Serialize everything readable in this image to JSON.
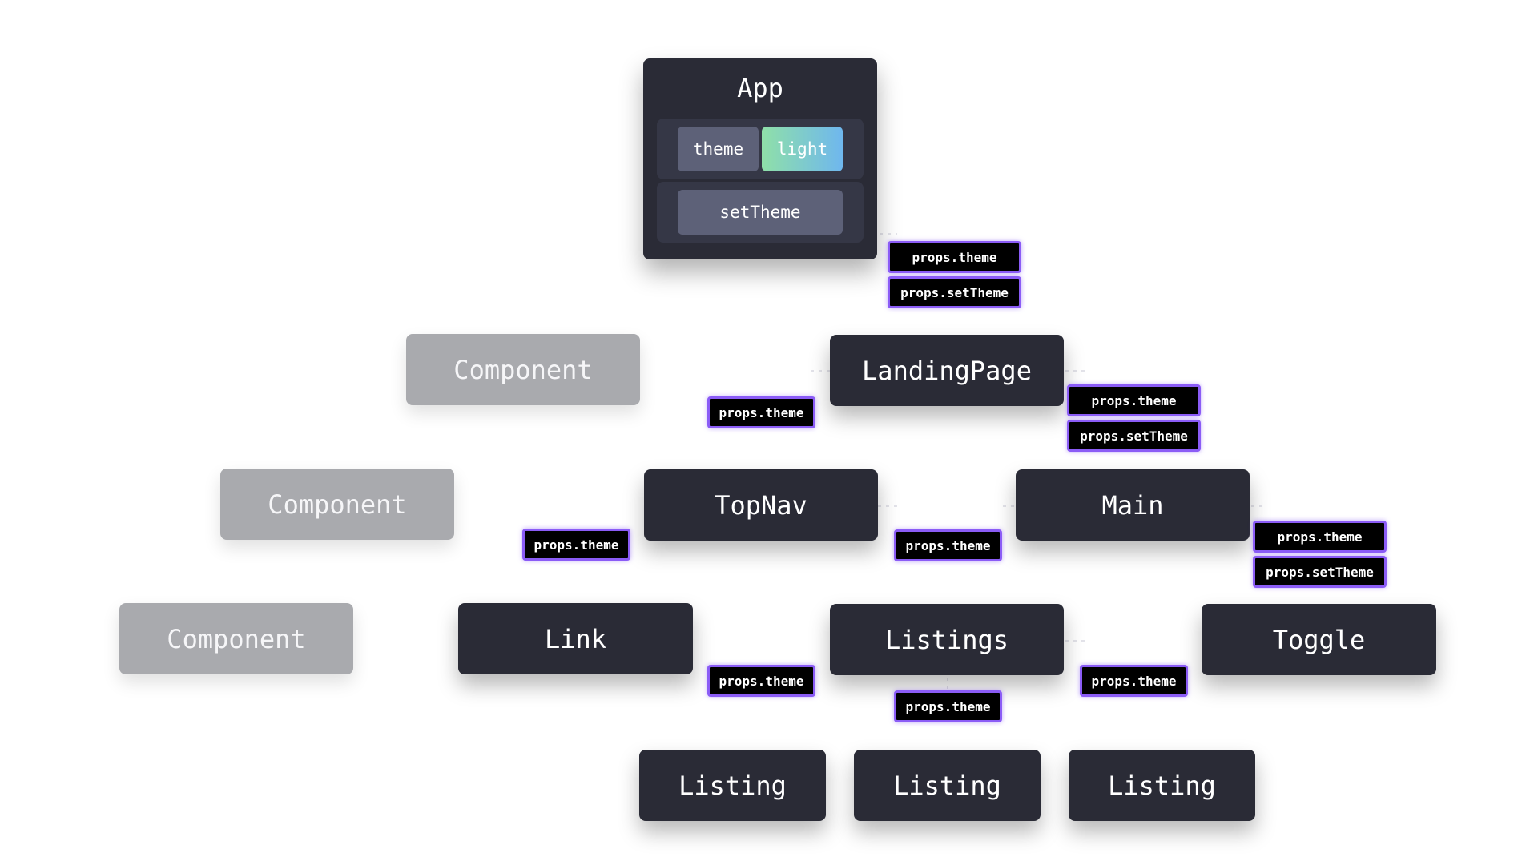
{
  "app": {
    "title": "App",
    "state": [
      {
        "key": "theme",
        "value": "light"
      },
      {
        "key": "setTheme"
      }
    ]
  },
  "components": {
    "landing_page": "LandingPage",
    "top_nav": "TopNav",
    "main": "Main",
    "link": "Link",
    "listings": "Listings",
    "toggle": "Toggle",
    "listing": "Listing",
    "placeholder": "Component"
  },
  "props": {
    "theme": "props.theme",
    "set_theme": "props.setTheme"
  },
  "colors": {
    "node": "#2a2b36",
    "placeholder_node": "#a9aaae",
    "prop_tag_border": "#8b5cf6",
    "state_value_gradient": [
      "#8fe0a8",
      "#6fb7ee"
    ]
  }
}
